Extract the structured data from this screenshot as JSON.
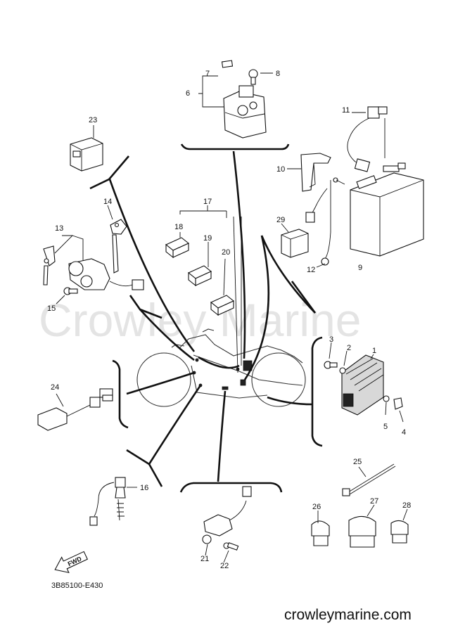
{
  "watermark": "Crowley Marine",
  "diagram_code": "3B85100-E430",
  "site_url": "crowleymarine.com",
  "fwd_label": "FWD",
  "callouts": {
    "c1": "1",
    "c2": "2",
    "c3": "3",
    "c4": "4",
    "c5": "5",
    "c6": "6",
    "c7": "7",
    "c8": "8",
    "c9": "9",
    "c10": "10",
    "c11": "11",
    "c12": "12",
    "c13": "13",
    "c14": "14",
    "c15": "15",
    "c16": "16",
    "c17": "17",
    "c18": "18",
    "c19": "19",
    "c20": "20",
    "c21": "21",
    "c22": "22",
    "c23": "23",
    "c24": "24",
    "c25": "25",
    "c26": "26",
    "c27": "27",
    "c28": "28",
    "c29": "29"
  }
}
